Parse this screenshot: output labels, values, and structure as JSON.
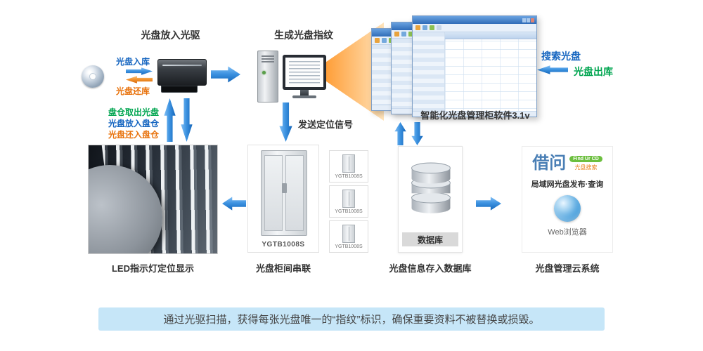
{
  "scanner": {
    "title": "光盘放入光驱",
    "in_label": "光盘入库",
    "return_label": "光盘还库"
  },
  "fingerprint": {
    "title": "生成光盘指纹",
    "signal_label": "发送定位信号"
  },
  "software": {
    "name": "智能化光盘管理柜软件3.1v"
  },
  "search": {
    "label": "搜索光盘",
    "out_label": "光盘出库"
  },
  "bin": {
    "take_label": "盘仓取出光盘",
    "put_label": "光盘放入盘仓",
    "return_label": "光盘还入盘仓"
  },
  "led": {
    "caption": "LED指示灯定位显示"
  },
  "cabinet": {
    "model": "YGTB1008S",
    "caption": "光盘柜间串联"
  },
  "database": {
    "label": "数据库",
    "caption": "光盘信息存入数据库"
  },
  "cloud": {
    "brand": "借问",
    "badge": "Find Ur CD",
    "tag": "光盘搜索",
    "desc": "局域网光盘发布·查询",
    "browser": "Web浏览器",
    "caption": "光盘管理云系统"
  },
  "banner": {
    "text": "通过光驱扫描，获得每张光盘唯一的“指纹”标识，确保重要资料不被替换或损毁。"
  },
  "colors": {
    "blue": "#1565c0",
    "green": "#00a550",
    "orange": "#e8720c",
    "arrow_blue": "#3c92e0",
    "banner_bg": "#c6e6f8"
  }
}
